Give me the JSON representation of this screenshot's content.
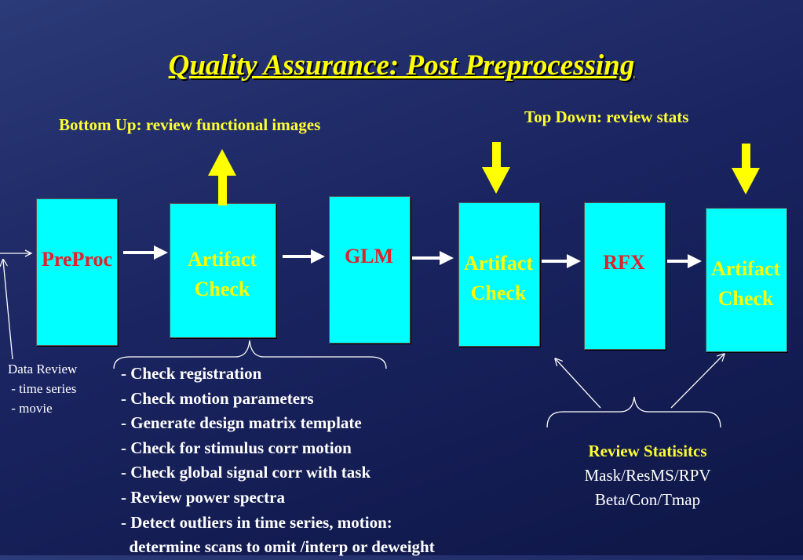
{
  "title": "Quality Assurance: Post Preprocessing",
  "headings": {
    "bottom_up": "Bottom Up: review functional images",
    "top_down": "Top Down: review stats"
  },
  "boxes": [
    {
      "line1": "PreProc",
      "line2": ""
    },
    {
      "line1": "Artifact",
      "line2": "Check"
    },
    {
      "line1": "GLM",
      "line2": ""
    },
    {
      "line1": "Artifact",
      "line2": "Check"
    },
    {
      "line1": "RFX",
      "line2": ""
    },
    {
      "line1": "Artifact",
      "line2": "Check"
    }
  ],
  "data_review": {
    "label": "Data Review",
    "items": [
      " - time series",
      " - movie"
    ]
  },
  "checklist": [
    "- Check registration",
    "- Check motion parameters",
    "- Generate design matrix template",
    "- Check for stimulus corr motion",
    "- Check global signal corr with task",
    "- Review power spectra",
    "- Detect outliers in time series, motion:",
    "  determine scans to omit /interp or deweight"
  ],
  "review_statistics": {
    "heading": "Review Statisitcs",
    "line1": "Mask/ResMS/RPV",
    "line2": "Beta/Con/Tmap"
  },
  "colors": {
    "box_fill": "#00ffff",
    "arrow_yellow": "#ffff00",
    "label_red": "#e0202a",
    "label_yellow": "#ffff00",
    "title_yellow": "#ffff00"
  }
}
